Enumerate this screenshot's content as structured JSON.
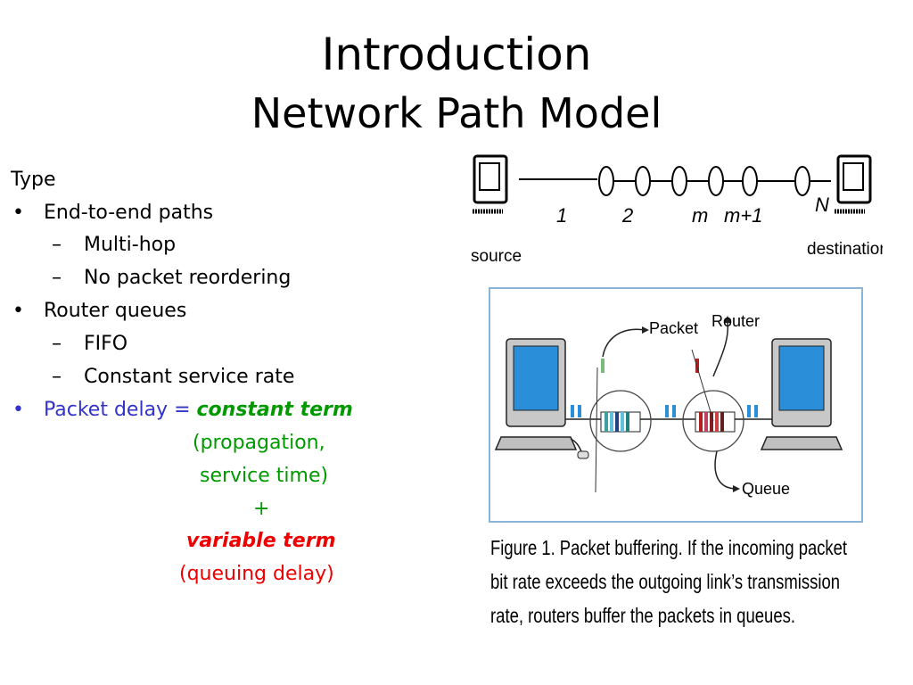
{
  "slide": {
    "title": "Introduction",
    "subtitle": "Network Path Model"
  },
  "content": {
    "heading": "Type",
    "bullet1": "End-to-end paths",
    "bullet1_sub": [
      "Multi-hop",
      "No packet reordering"
    ],
    "bullet2": "Router queues",
    "bullet2_sub": [
      "FIFO",
      "Constant service rate"
    ],
    "bullet3_prefix": "Packet delay = ",
    "bullet3_constant": "constant term",
    "constant_detail_1": "(propagation,",
    "constant_detail_2": "service time)",
    "plus": "+",
    "variable_term": "variable term",
    "variable_detail": "(queuing delay)"
  },
  "path_diagram": {
    "source_label": "source",
    "destination_label": "destination",
    "hop_labels": [
      "1",
      "2",
      "m",
      "m+1",
      "N"
    ]
  },
  "figure": {
    "label_packet": "Packet",
    "label_router": "Router",
    "label_queue": "Queue",
    "caption_lines": [
      "Figure 1. Packet buffering. If the incoming packet",
      "bit rate exceeds the outgoing link’s transmission",
      "rate, routers buffer the packets in queues."
    ]
  },
  "colors": {
    "blue": "#3333cc",
    "green": "#009900",
    "red": "#ee0000"
  }
}
